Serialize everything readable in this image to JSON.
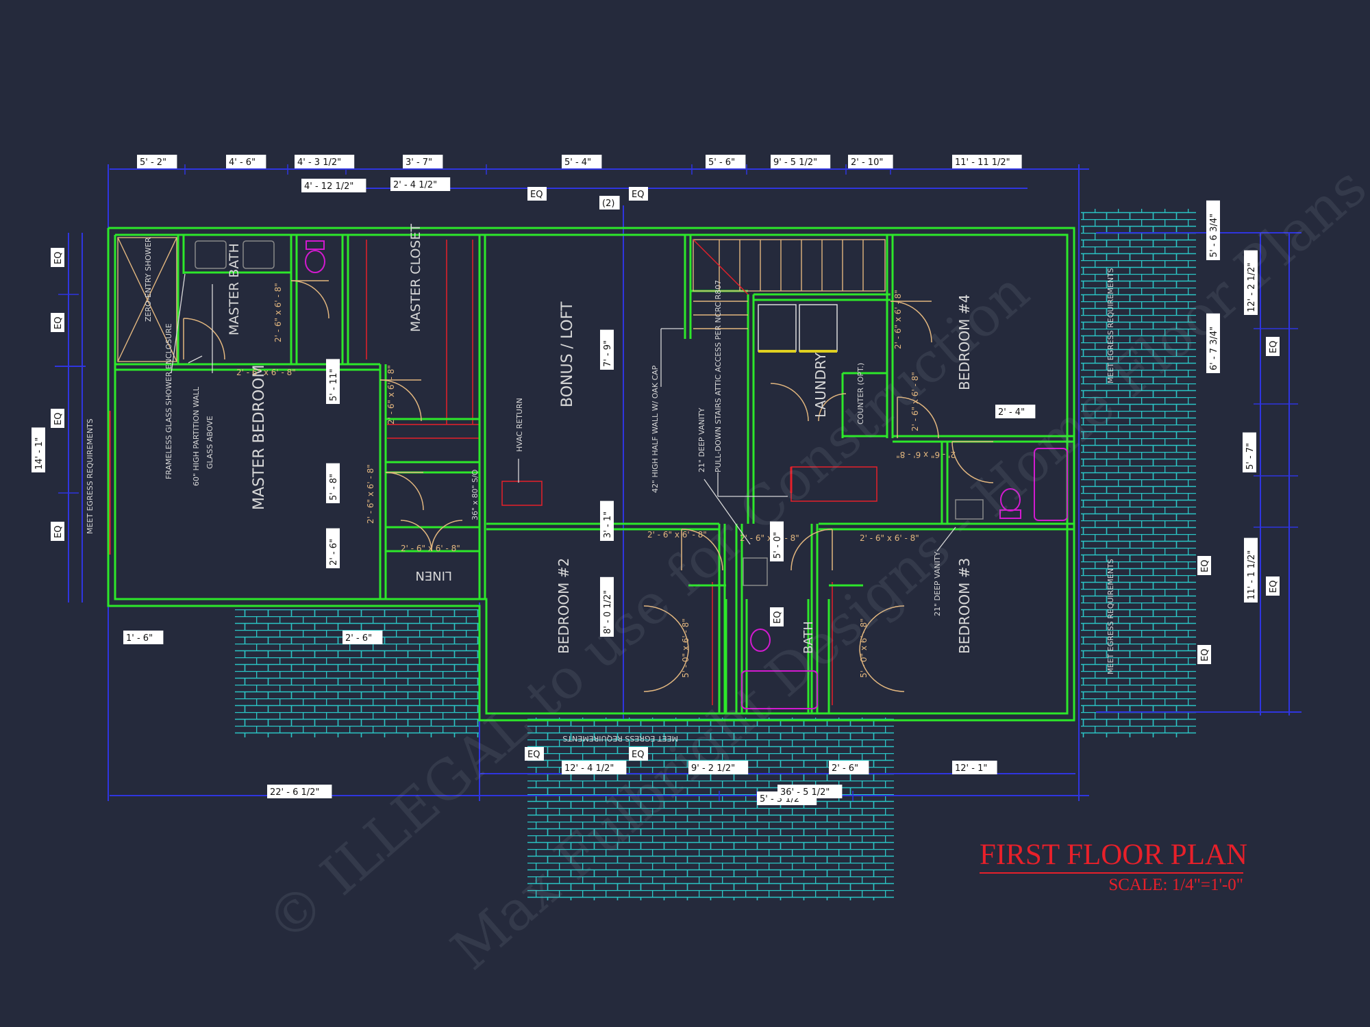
{
  "plan": {
    "title": "FIRST FLOOR PLAN",
    "scale": "SCALE: 1/4\"=1'-0\""
  },
  "rooms": [
    {
      "id": "zero-entry-shower",
      "label": "ZERO-ENTRY SHOWER"
    },
    {
      "id": "master-bath",
      "label": "MASTER BATH"
    },
    {
      "id": "master-closet",
      "label": "MASTER CLOSET"
    },
    {
      "id": "bonus-loft",
      "label": "BONUS / LOFT"
    },
    {
      "id": "laundry",
      "label": "LAUNDRY"
    },
    {
      "id": "bedroom-4",
      "label": "BEDROOM #4"
    },
    {
      "id": "master-bedroom",
      "label": "MASTER BEDROOM"
    },
    {
      "id": "linen",
      "label": "LINEN"
    },
    {
      "id": "bedroom-2",
      "label": "BEDROOM #2"
    },
    {
      "id": "bath",
      "label": "BATH"
    },
    {
      "id": "bedroom-3",
      "label": "BEDROOM #3"
    }
  ],
  "notes": [
    {
      "id": "frameless-glass",
      "text": "FRAMELESS GLASS SHOWER ENCLOSURE"
    },
    {
      "id": "partition-wall",
      "text": "60\" HIGH PARTITION WALL"
    },
    {
      "id": "glass-above",
      "text": "GLASS ABOVE"
    },
    {
      "id": "hvac-return",
      "text": "HVAC RETURN"
    },
    {
      "id": "door-36x80",
      "text": "36\" x 80\" S/O"
    },
    {
      "id": "half-wall",
      "text": "42\" HIGH HALF WALL W/ OAK CAP"
    },
    {
      "id": "vanity-bath",
      "text": "21\" DEEP VANITY"
    },
    {
      "id": "attic-stairs",
      "text": "PULL-DOWN STAIRS ATTIC ACCESS PER NCRC R807"
    },
    {
      "id": "counter-opt",
      "text": "COUNTER (OPT.)"
    },
    {
      "id": "vanity-bed3",
      "text": "21\" DEEP VANITY"
    },
    {
      "id": "egress-left",
      "text": "MEET EGRESS REQUIREMENTS"
    },
    {
      "id": "egress-right-top",
      "text": "MEET EGRESS REQUIREMENTS"
    },
    {
      "id": "egress-right-bottom",
      "text": "MEET EGRESS REQUIREMENTS"
    },
    {
      "id": "egress-bottom",
      "text": "MEET EGRESS REQUIREMENTS"
    }
  ],
  "door_tags": [
    "2' - 6\" x 6' - 8\"",
    "2' - 6\" x 6' - 8\"",
    "2' - 6\" x 6' - 8\"",
    "2' - 6\" x 6' - 8\"",
    "2' - 6\" x 6' - 8\"",
    "2' - 6\" x 6' - 8\"",
    "2' - 6\" x 6' - 8\"",
    "2' - 6\" x 6' - 8\"",
    "2' - 6\" x 6' - 8\"",
    "5' - 0\" x 6' - 8\"",
    "5' - 0\" x 6' - 8\"",
    "2' - 6\" x 6' - 8\"",
    "2' - 6\" x 6' - 8\""
  ],
  "dimensions": [
    "5' - 2\"",
    "4' - 6\"",
    "4' - 3 1/2\"",
    "3' - 7\"",
    "5' - 4\"",
    "2' - 4 1/2\"",
    "4' - 12 1/2\"",
    "5' - 6\"",
    "9' - 5 1/2\"",
    "2' - 10\"",
    "11' - 11 1/2\"",
    "EQ",
    "EQ",
    "(2)",
    "5' - 6 3/4\"",
    "12' - 2 1/2\"",
    "6' - 7 3/4\"",
    "5' - 7\"",
    "11' - 1 1/2\"",
    "14' - 1\"",
    "5' - 11\"",
    "5' - 8\"",
    "2' - 6\"",
    "7' - 9\"",
    "3' - 1\"",
    "8' - 0 1/2\"",
    "5' - 0\"",
    "2' - 4\"",
    "1' - 6\"",
    "2' - 6\"",
    "12' - 4 1/2\"",
    "9' - 2 1/2\"",
    "5' - 3 1/2\"",
    "2' - 6\"",
    "12' - 1\"",
    "22' - 6 1/2\"",
    "36' - 5 1/2\"",
    "EQ",
    "EQ",
    "EQ",
    "EQ",
    "EQ",
    "EQ",
    "EQ",
    "EQ",
    "EQ",
    "EQ",
    "EQ"
  ],
  "watermark": {
    "line1": "© ILLEGAL to use for Construction",
    "line2": "Max Fulbright Designs - Home Floor Plans"
  },
  "colors": {
    "background": "#252a3c",
    "walls": "#2de82a",
    "dimensions": "#2f35e0",
    "titles": "#e8202a",
    "patio": "#2bc6c6",
    "fixtures": "#d31ad0",
    "doors": "#e3b77f"
  }
}
